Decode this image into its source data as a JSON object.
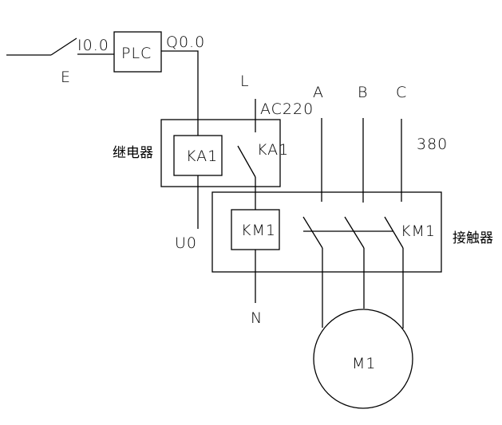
{
  "diagram": {
    "title": "PLC relay-contactor motor control circuit",
    "colors": {
      "line": "#000000",
      "background": "#ffffff"
    },
    "input": {
      "switch_label": "E",
      "input_address": "I0.0"
    },
    "plc": {
      "label": "PLC",
      "output_address": "Q0.0"
    },
    "relay": {
      "caption": "继电器",
      "coil_label": "KA1",
      "contact_label": "KA1",
      "common_label": "U0"
    },
    "supply": {
      "line_label": "L",
      "control_voltage": "AC220",
      "neutral_label": "N",
      "phases": [
        "A",
        "B",
        "C"
      ],
      "main_voltage": "380"
    },
    "contactor": {
      "caption": "接触器",
      "coil_label": "KM1",
      "contact_label": "KM1"
    },
    "motor": {
      "label": "M1"
    }
  }
}
